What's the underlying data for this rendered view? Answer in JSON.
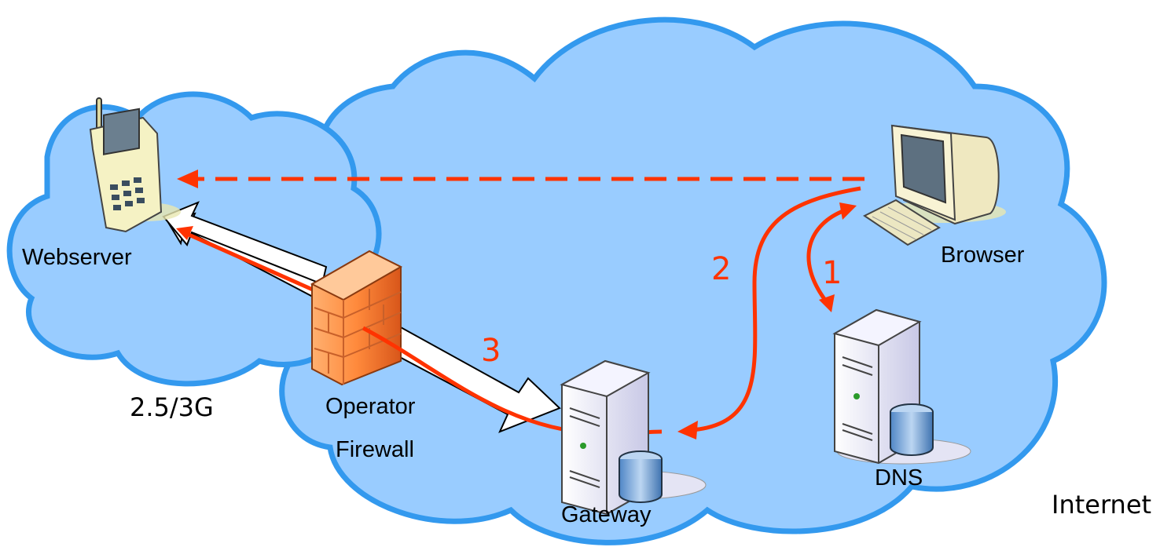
{
  "nodes": {
    "webserver": "Webserver",
    "browser": "Browser",
    "dns": "DNS",
    "gateway": "Gateway",
    "operator_firewall_line1": "Operator",
    "operator_firewall_line2": "Firewall"
  },
  "networks": {
    "mobile": "2.5/3G",
    "internet": "Internet"
  },
  "steps": [
    "1",
    "2",
    "3"
  ],
  "colors": {
    "cloud_fill": "#99ccff",
    "cloud_stroke": "#3399ee",
    "arrow_red": "#ff3300",
    "firewall": "#ee6622"
  }
}
